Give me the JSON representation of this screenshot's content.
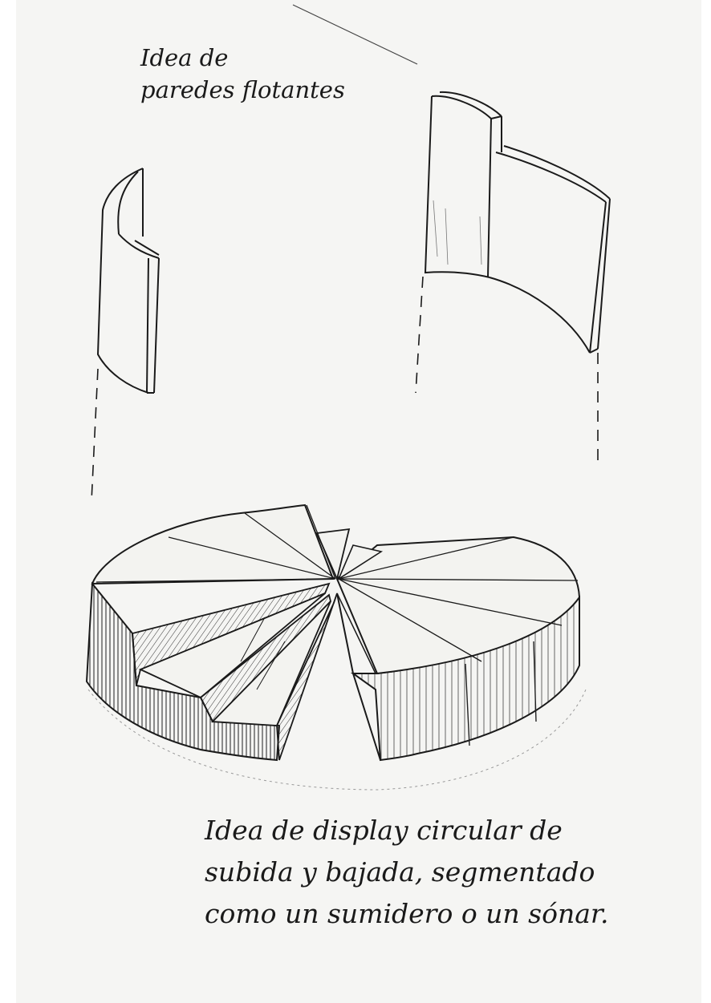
{
  "title_note": {
    "line1": "Idea de",
    "line2": "paredes flotantes"
  },
  "caption": {
    "line1": "Idea de display circular de",
    "line2": "subida y bajada, segmentado",
    "line3": "como un sumidero o un sónar."
  },
  "colors": {
    "paper": "#f5f5f3",
    "pencil": "#1a1a1a",
    "shading": "#555555"
  },
  "illustrations": [
    "floating-curved-wall",
    "floating-double-wall",
    "segmented-circular-display"
  ]
}
